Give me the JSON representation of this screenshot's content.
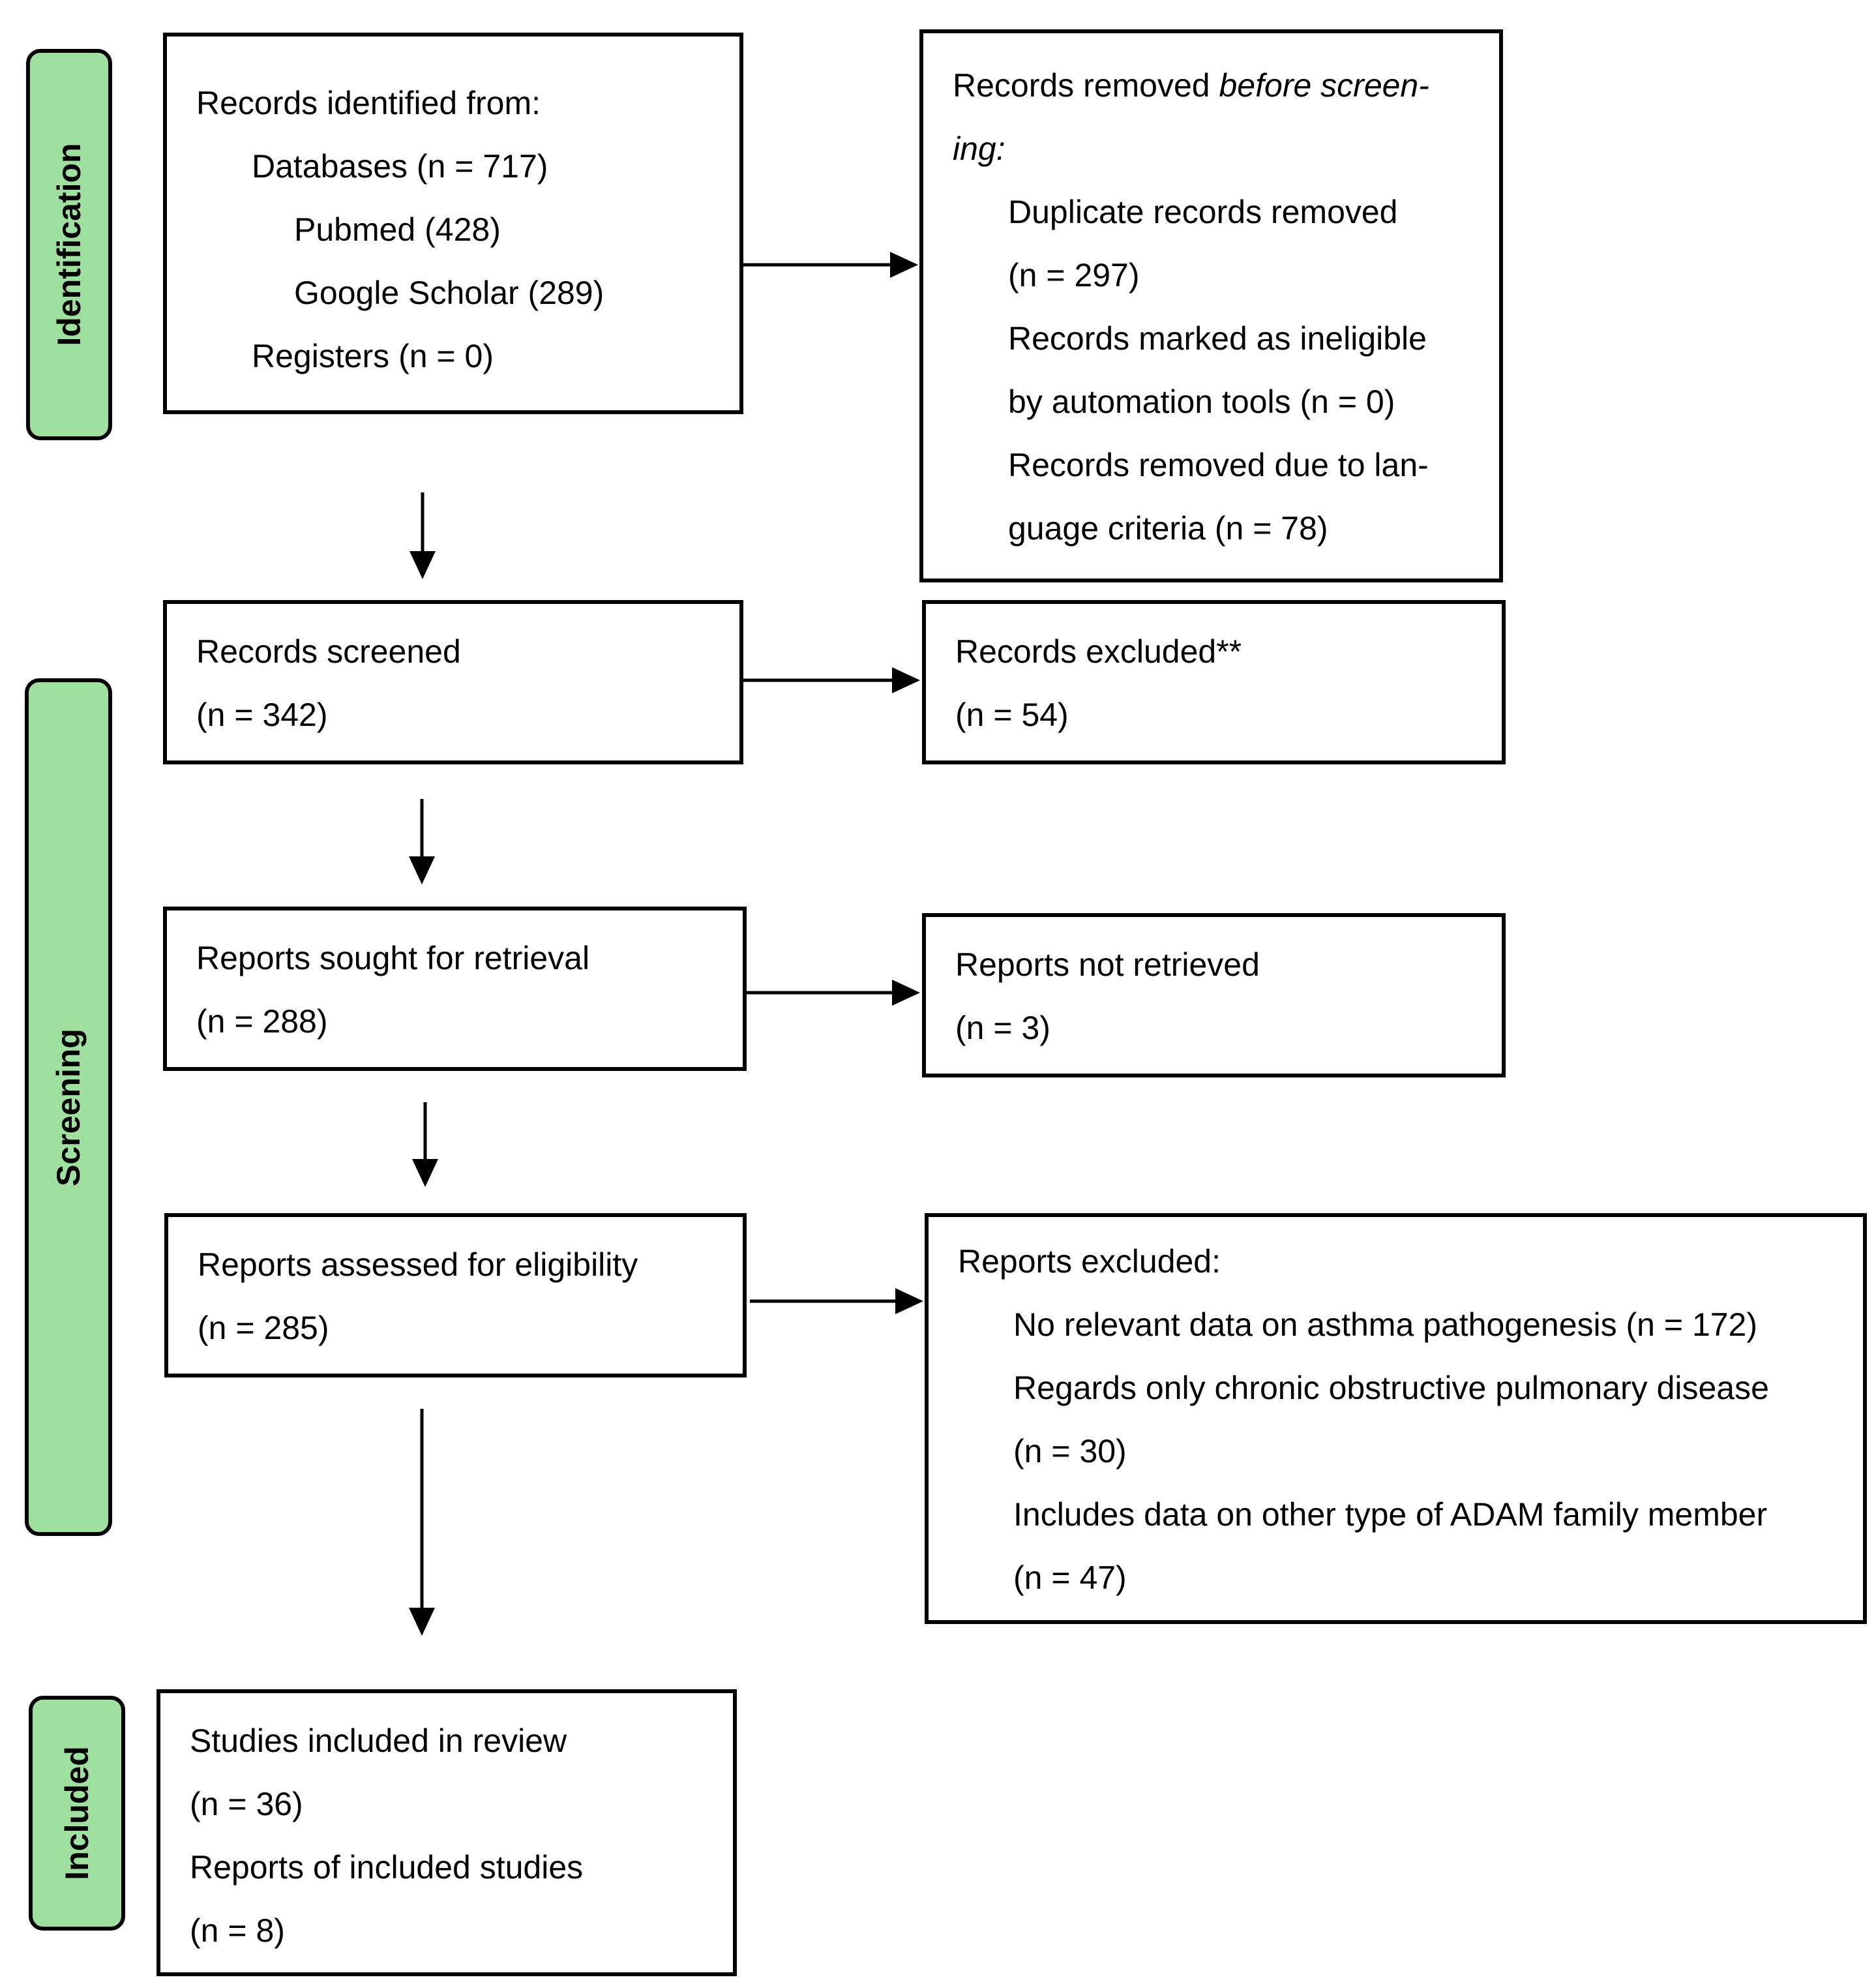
{
  "colors": {
    "phase_fill": "#9fe0a0",
    "stroke": "#000000",
    "background": "#ffffff"
  },
  "phases": {
    "identification": "Identification",
    "screening": "Screening",
    "included": "Included"
  },
  "boxes": {
    "records_identified": {
      "heading": "Records identified from:",
      "databases": "Databases (n = 717)",
      "pubmed": "Pubmed (428)",
      "google_scholar": "Google Scholar (289)",
      "registers": "Registers (n = 0)"
    },
    "records_removed": {
      "heading_start": "Records removed ",
      "heading_italic": "before screen-",
      "heading_cont": "ing:",
      "duplicates_1": "Duplicate records removed",
      "duplicates_2": "(n = 297)",
      "ineligible_1": "Records marked as ineligible",
      "ineligible_2": "by automation tools (n = 0)",
      "language_1": "Records removed due to lan-",
      "language_2": "guage criteria (n = 78)"
    },
    "records_screened": {
      "label": "Records screened",
      "count": "(n = 342)"
    },
    "records_excluded": {
      "label": "Records excluded**",
      "count": "(n = 54)"
    },
    "reports_sought": {
      "label": "Reports sought for retrieval",
      "count": "(n = 288)"
    },
    "reports_not_retrieved": {
      "label": "Reports not retrieved",
      "count": "(n = 3)"
    },
    "reports_assessed": {
      "label": "Reports assessed for eligibility",
      "count": "(n = 285)"
    },
    "reports_excluded": {
      "heading": "Reports excluded:",
      "reason_1": "No relevant data on asthma pathogenesis (n = 172)",
      "reason_2a": "Regards only chronic obstructive pulmonary disease",
      "reason_2b": "(n = 30)",
      "reason_3a": "Includes data on other type of ADAM family member",
      "reason_3b": "(n = 47)"
    },
    "studies_included": {
      "label": "Studies included in review",
      "count": "(n = 36)",
      "reports_label": "Reports of included studies",
      "reports_count": "(n = 8)"
    }
  }
}
